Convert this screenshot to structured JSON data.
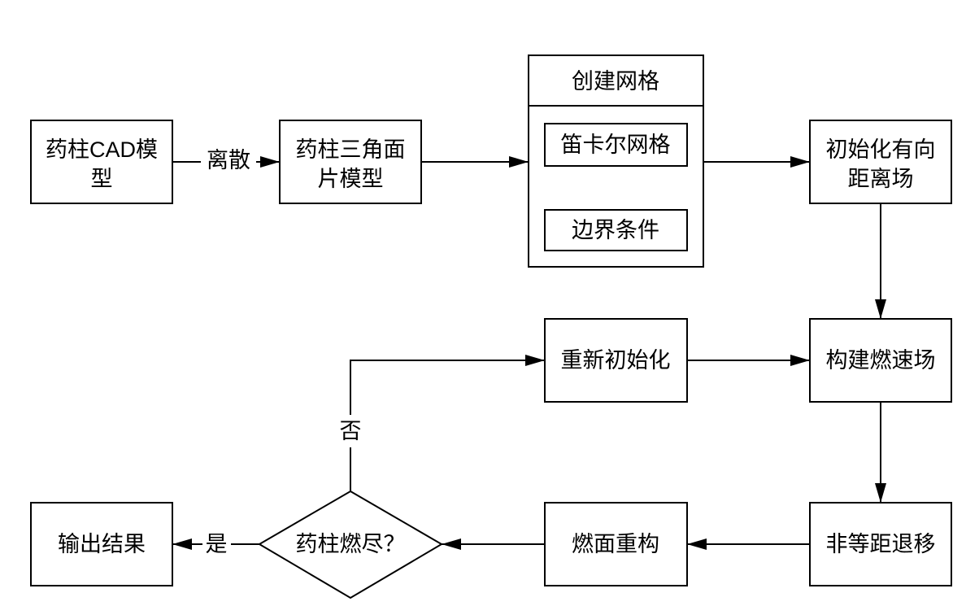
{
  "nodes": {
    "cad_model": {
      "lines": [
        "药柱CAD模",
        "型"
      ]
    },
    "triangle_model": {
      "lines": [
        "药柱三角面",
        "片模型"
      ]
    },
    "create_grid": {
      "title": "创建网格",
      "items": [
        "笛卡尔网格",
        "边界条件"
      ]
    },
    "init_sdf": {
      "lines": [
        "初始化有向",
        "距离场"
      ]
    },
    "burn_rate_field": {
      "label": "构建燃速场"
    },
    "reinit": {
      "label": "重新初始化"
    },
    "non_equal_regression": {
      "label": "非等距退移"
    },
    "surface_reconstruct": {
      "label": "燃面重构"
    },
    "burnout_check": {
      "label": "药柱燃尽？"
    },
    "output": {
      "label": "输出结果"
    }
  },
  "edges": {
    "discretize": "离散",
    "yes": "是",
    "no": "否"
  }
}
